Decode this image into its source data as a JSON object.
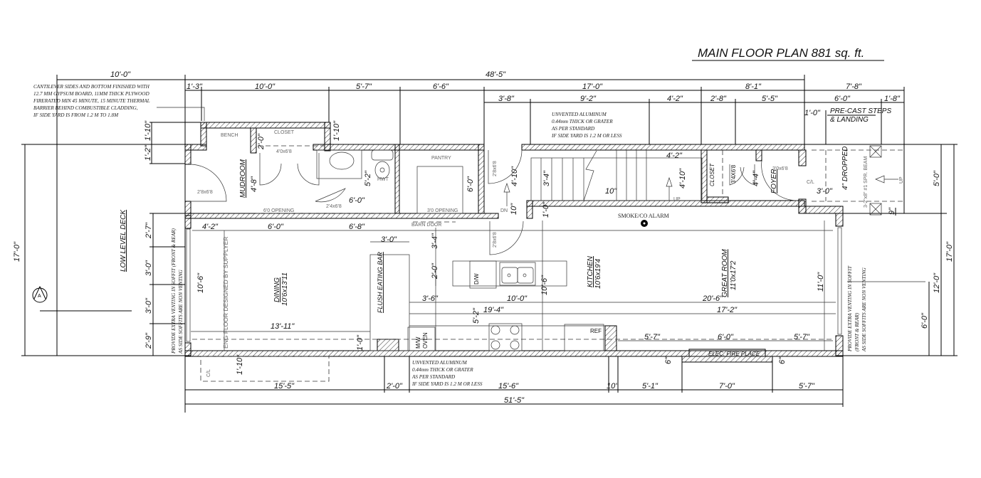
{
  "title": "MAIN FLOOR PLAN 881 sq. ft.",
  "dims_top": [
    "10'-0\"",
    "48'-5\"",
    "1'-3\"",
    "10'-0\"",
    "5'-7\"",
    "6'-6\"",
    "17'-0\"",
    "8'-1\"",
    "7'-8\"",
    "3'-8\"",
    "9'-2\"",
    "4'-2\"",
    "2'-8\"",
    "5'-5\"",
    "6'-0\"",
    "1'-8\"",
    "1'-0\""
  ],
  "dims_bottom": [
    "15'-5\"",
    "2'-0\"",
    "15'-6\"",
    "10\"",
    "5'-1\"",
    "7'-0\"",
    "5'-7\"",
    "51'-5\""
  ],
  "dims_left": [
    "17'-0\"",
    "2'-7\"",
    "3'-0\"",
    "3'-0\"",
    "2'-9\"",
    "1'-2\"",
    "1'-10\""
  ],
  "dims_right": [
    "5'-0\"",
    "17'-0\"",
    "12'-0\"",
    "6'-0\"",
    "9\""
  ],
  "dims_interior": [
    "2'-0\"",
    "4'-8\"",
    "1'-10\"",
    "5'-2\"",
    "6'-0\"",
    "6'-0\"",
    "4'-10\"",
    "3'-4\"",
    "10\"",
    "10\"",
    "1'-0\"",
    "4'-2\"",
    "4'-10\"",
    "4'-4\"",
    "3'-0\"",
    "4'-2\"",
    "6'-0\"",
    "6'-8\"",
    "3'-0\"",
    "10'-6\"",
    "13'-11\"",
    "1'-0\"",
    "1'-10\"",
    "3'-4\"",
    "2'-0\"",
    "3'-6\"",
    "10'-0\"",
    "10'-6\"",
    "19'-4\"",
    "5'-2\"",
    "20'-6\"",
    "17'-2\"",
    "5'-7\"",
    "6'-0\"",
    "5'-7\"",
    "11'-0\"",
    "6\"",
    "6\""
  ],
  "rooms": {
    "mudroom": "MUDROOM",
    "bench": "BENCH",
    "closet1": "CLOSET",
    "pantry": "PANTRY",
    "dining": "DINING",
    "dining_size": "10'6x13'11",
    "kitchen": "KITCHEN",
    "kitchen_size": "10'6x19'4",
    "great_room": "GREAT ROOM",
    "great_room_size": "11'0x17'2",
    "closet2": "CLOSET",
    "foyer": "FOYER",
    "low_deck": "LOW LEVEL DECK",
    "flush_bar": "FLUSH EATING BAR",
    "dropped": "4\" DROPPED",
    "precast": "PRE-CAST STEPS",
    "landing": "& LANDING",
    "fireplace": "ELEC. FIRE PLACE",
    "smoke": "SMOKE/CO ALARM",
    "compass": "A"
  },
  "small_labels": {
    "door_mud": "2'8x6'8",
    "closet_door": "4'0x6'8",
    "opening_mud": "6'0 OPENING",
    "bath_door": "2'4x6'8",
    "hwt": "HWT",
    "opening_pantry": "3'0 OPENING",
    "barn": "BARN DOOR",
    "door_stair": "2'8x6'8",
    "door_kitchen": "2'8x6'8",
    "dw_stair": "DN",
    "up_stair": "UP",
    "closet_foyer_door": "3'4X6'8",
    "front_door": "3'0x6'8",
    "cl1": "C/L",
    "cl2": "C/L",
    "beam": "3-2\"x8\" #1 SPR. BEAM",
    "up_porch": "UP",
    "dw": "D/W",
    "mw": "M/W",
    "oven": "OVEN",
    "ref": "REF",
    "eng_floor": "ENG FLOOR DESIGNED BY SUPPLYER"
  },
  "notes": {
    "cantilever": [
      "CANTILEVER SIDES AND BOTTOM FINISHED WITH",
      "12.7 MM GYPSUM BOARD, 11MM THICK PLYWOOD",
      "FIRERATED MIN 45 MINUTE, 15 MINUTE THERMAL",
      "BARRIER BEHIND COMBUSTIBLE CLADDING,",
      "IF SIDE YARD IS  FROM 1.2 M TO 1.8M"
    ],
    "aluminum_top": [
      "UNVENTED ALUMINUM",
      "0.44mm THICK OR GRATER",
      "AS PER STANDARD",
      "IF SIDE YARD IS 1.2 M OR LESS"
    ],
    "aluminum_bottom": [
      "UNVENTED ALUMINUM",
      "0.44mm THICK OR GRATER",
      "AS PER STANDARD",
      "IF SIDE YARD IS 1.2 M OR LESS"
    ],
    "vent_left": [
      "PROVIDE EXTRA VENTING IN SOFFIT (FRONT & REAR)",
      "AS SIDE SOFFITS ARE NON VENTING"
    ],
    "vent_right": [
      "PROVIDE EXTRA VENTING IN SOFFIT",
      "(FRONT & REAR)",
      "AS SIDE SOFFITS ARE NON VENTING"
    ]
  }
}
